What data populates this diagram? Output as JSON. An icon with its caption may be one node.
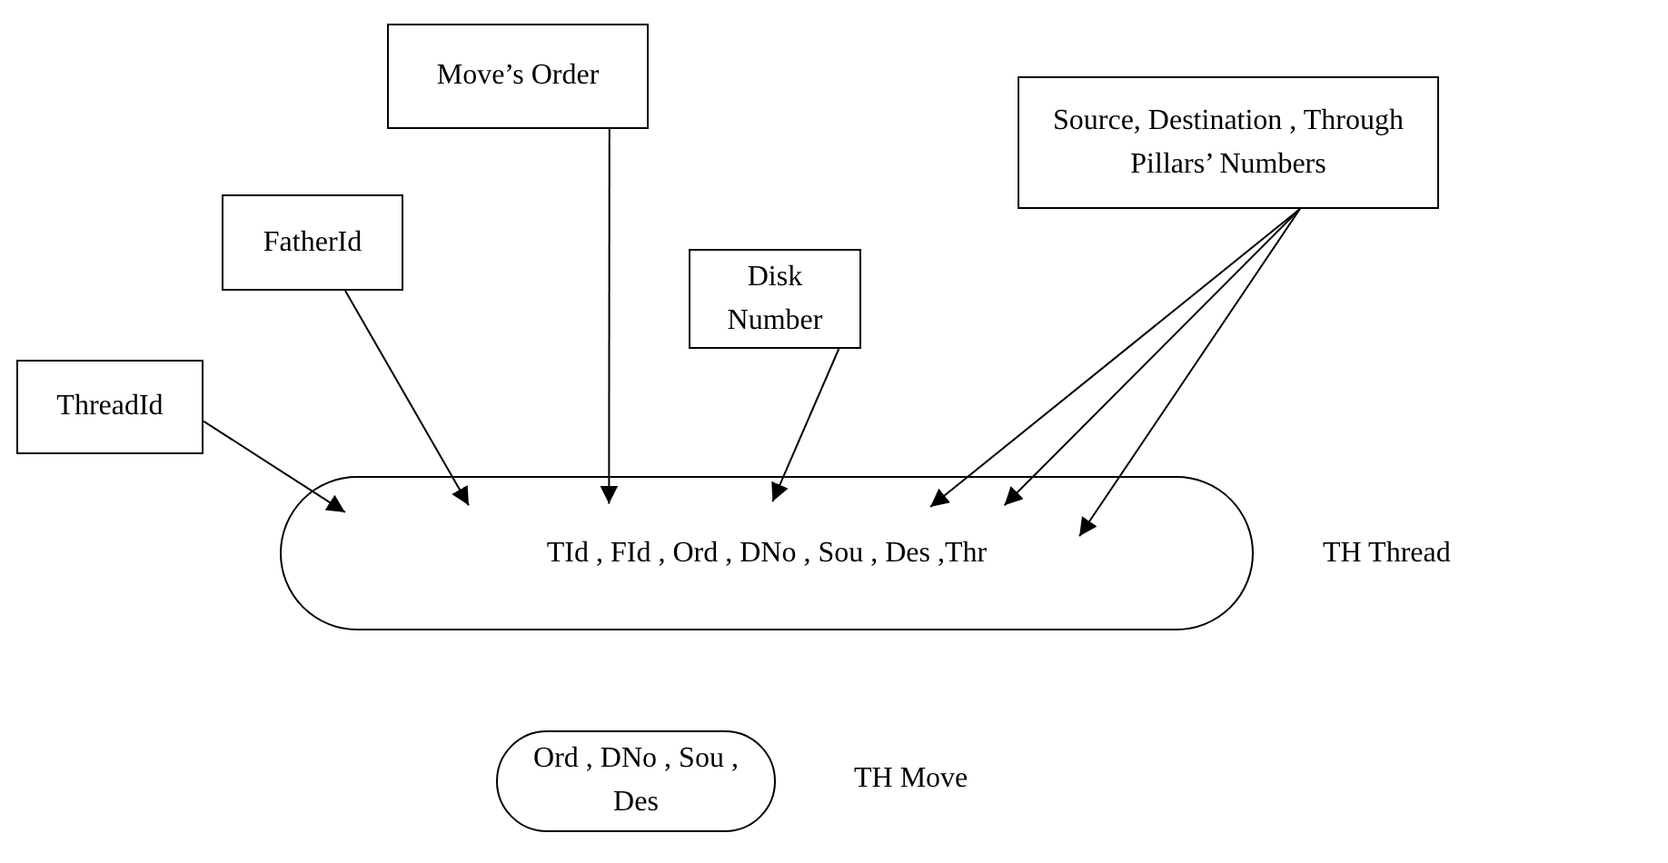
{
  "diagram": {
    "nodes": [
      {
        "text": [
          "Move’s Order"
        ]
      },
      {
        "text": [
          "Source, Destination , Through Pillars’ Numbers"
        ]
      },
      {
        "text": [
          "FatherId"
        ]
      },
      {
        "text": [
          "Disk Number"
        ]
      },
      {
        "text": [
          "ThreadId"
        ]
      },
      {
        "text": [
          "TId , FId , Ord , DNo , Sou , Des ,Thr"
        ],
        "beside": [
          "TH Thread"
        ]
      },
      {
        "text": [
          "Ord , DNo , Sou ,  Des"
        ],
        "beside": [
          "TH Move"
        ]
      }
    ],
    "edges": [
      {
        "from": 4,
        "to": 5,
        "arrow": "to"
      },
      {
        "from": 2,
        "to": 5,
        "arrow": "to"
      },
      {
        "from": 0,
        "to": 5,
        "arrow": "to"
      },
      {
        "from": 3,
        "to": 5,
        "arrow": "to"
      },
      {
        "from": 1,
        "to": 5,
        "arrow": "to"
      },
      {
        "from": 1,
        "to": 5,
        "arrow": "to"
      },
      {
        "from": 1,
        "to": 5,
        "arrow": "to"
      }
    ]
  }
}
